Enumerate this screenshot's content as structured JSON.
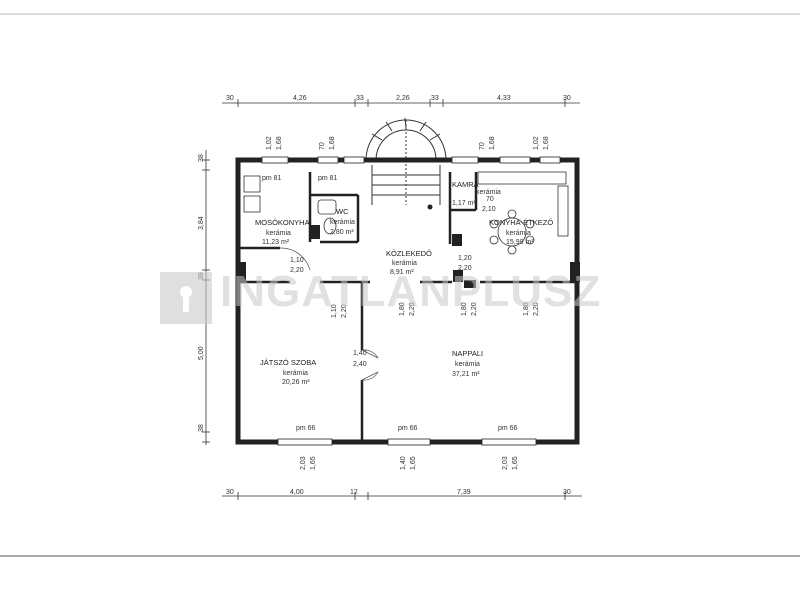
{
  "watermark": {
    "text": "INGATLANPLUSZ"
  },
  "dimensions_top": [
    "30",
    "4,26",
    "33",
    "2,26",
    "33",
    "4,33",
    "30"
  ],
  "dimensions_bottom": [
    "30",
    "4,00",
    "12",
    "7,39",
    "30"
  ],
  "dimensions_left": [
    "38",
    "3,84",
    "38",
    "5,00",
    "38"
  ],
  "window_labels_top": [
    {
      "id": "w1",
      "text": "1,02"
    },
    {
      "id": "w2",
      "text": "1,68"
    },
    {
      "id": "w3",
      "text": "70"
    },
    {
      "id": "w4",
      "text": "1,68"
    },
    {
      "id": "w5",
      "text": "70"
    },
    {
      "id": "w6",
      "text": "1,68"
    },
    {
      "id": "w7",
      "text": "1,02"
    },
    {
      "id": "w8",
      "text": "1,68"
    }
  ],
  "window_labels_bottom": [
    {
      "id": "b1",
      "text": "2,03"
    },
    {
      "id": "b2",
      "text": "1,65"
    },
    {
      "id": "b3",
      "text": "1,40"
    },
    {
      "id": "b4",
      "text": "1,65"
    },
    {
      "id": "b5",
      "text": "2,03"
    },
    {
      "id": "b6",
      "text": "1,65"
    }
  ],
  "sill_labels": {
    "pm81_left": "pm 81",
    "pm81_right": "pm 81",
    "pm66_left": "pm 66",
    "pm66_mid": "pm 66",
    "pm66_right": "pm 66"
  },
  "rooms": [
    {
      "id": "laundry",
      "name": "MOSÓKONYHA",
      "material": "kerámia",
      "area": "11,23 m²"
    },
    {
      "id": "wc",
      "name": "WC",
      "material": "kerámia",
      "area": "2,80 m²"
    },
    {
      "id": "hall",
      "name": "KÖZLEKEDŐ",
      "material": "kerámia",
      "area": "8,91 m²"
    },
    {
      "id": "pantry",
      "name": "KAMRA",
      "material": "kerámia",
      "area": "1,17 m²"
    },
    {
      "id": "kitchen",
      "name": "KONYHA-ÉTKEZŐ",
      "material": "kerámia",
      "area": "15,99 m²"
    },
    {
      "id": "playroom",
      "name": "JÁTSZÓ SZOBA",
      "material": "kerámia",
      "area": "20,26 m²"
    },
    {
      "id": "living",
      "name": "NAPPALI",
      "material": "kerámia",
      "area": "37,21 m²"
    }
  ],
  "door_labels": {
    "d_laundry": [
      "1,10",
      "2,20"
    ],
    "d_hall_right": [
      "1,20",
      "2,20"
    ],
    "d_pantry": [
      "70",
      "2,10"
    ],
    "d_play_top": [
      "1,10",
      "2,20"
    ],
    "d_living_top": [
      "1,80",
      "2,20"
    ],
    "d_living_top2": [
      "1,80",
      "2,20"
    ],
    "d_living_right": [
      "1,80",
      "2,20"
    ],
    "d_play_side": [
      "1,40",
      "2,40"
    ]
  }
}
